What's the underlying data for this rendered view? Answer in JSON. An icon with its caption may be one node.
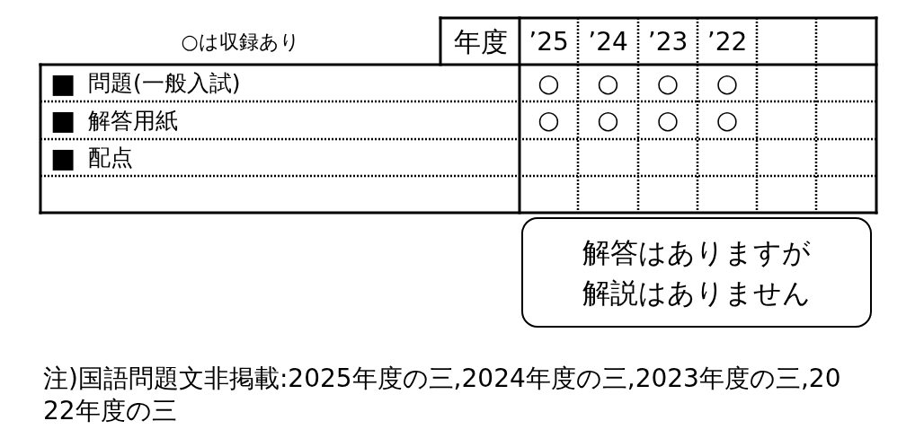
{
  "diagram": {
    "nodes": [
      {
        "text": [
          "解答はありますが解説はありません"
        ]
      }
    ],
    "labels": [
      "○は収録あり",
      "年度",
      "’25",
      "’24",
      "’23",
      "’22",
      "■",
      "問題(一般入試)",
      "○",
      "○",
      "○",
      "○",
      "■",
      "解答用紙",
      "○",
      "○",
      "○",
      "○",
      "■",
      "配点",
      "注)国語問題文非掲載:2025年度の三,2024年度の三,2023年度の三,2022年度の三"
    ]
  }
}
